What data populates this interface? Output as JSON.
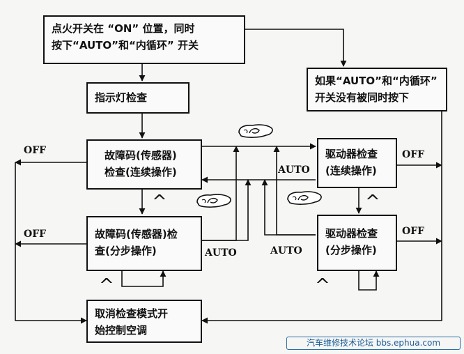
{
  "boxes": {
    "start": {
      "line1": "点火开关在 “ON” 位置，同时",
      "line2": "按下“AUTO”和“内循环” 开关"
    },
    "indicator_check": {
      "line1": "指示灯检查"
    },
    "not_pressed": {
      "line1": "如果“AUTO”和“内循环”",
      "line2": "开关没有被同时按下"
    },
    "fault_code_continuous": {
      "line1": "故障码(传感器)",
      "line2": "检查(连续操作)"
    },
    "actuator_continuous": {
      "line1": "驱动器检查",
      "line2": "(连续操作)"
    },
    "fault_code_step": {
      "line1": "故障码(传感器)检",
      "line2": "查(分步操作)"
    },
    "actuator_step": {
      "line1": "驱动器检查",
      "line2": "(分步操作)"
    },
    "cancel": {
      "line1": "取消检查模式开",
      "line2": "始控制空调"
    }
  },
  "labels": {
    "off": "OFF",
    "auto": "AUTO",
    "caret": "^"
  },
  "icons": [
    "hand-press-icon",
    "caret-up-icon"
  ],
  "watermark": "汽车维修技术论坛 bbs.ephua.com"
}
